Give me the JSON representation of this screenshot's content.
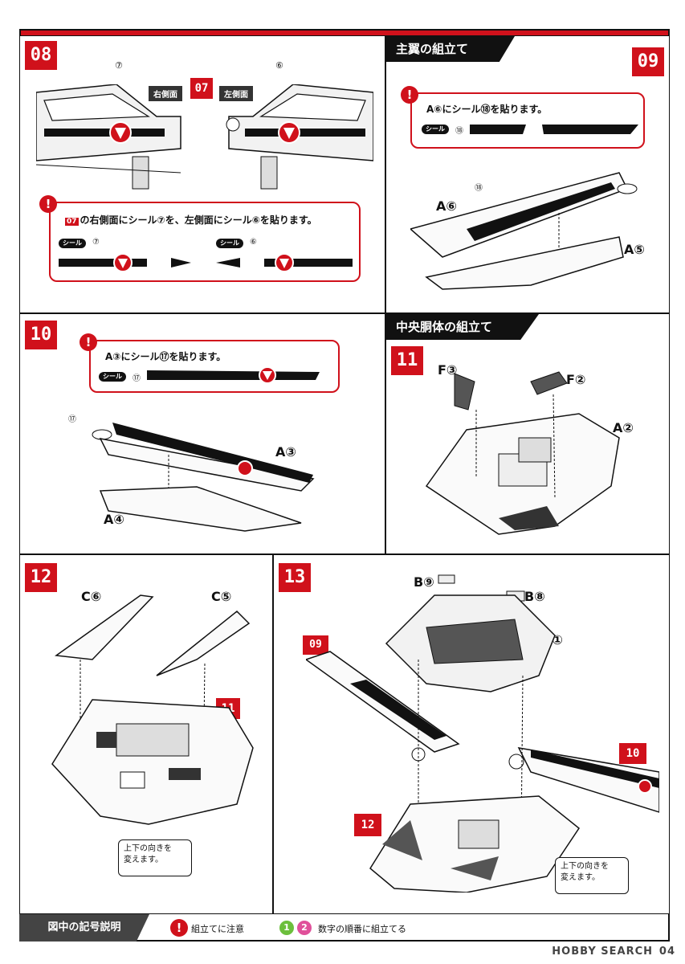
{
  "page_number": "04",
  "watermark": "HOBBY SEARCH",
  "sections": {
    "wing_assembly": "主翼の組立て",
    "center_body_assembly": "中央胴体の組立て"
  },
  "steps": {
    "s08": {
      "number": "08",
      "ref_step": "07",
      "right_side_tag": "右側面",
      "left_side_tag": "左側面",
      "callout_left": "⑦",
      "callout_right": "⑥",
      "note_ref": "07",
      "note": "の右側面にシール⑦を、左側面にシール⑥を貼ります。",
      "seal_label": "シール",
      "seal_a": "⑦",
      "seal_b": "⑥"
    },
    "s09": {
      "number": "09",
      "note": "A⑥にシール⑱を貼ります。",
      "seal_label": "シール",
      "seal_num": "⑱",
      "callout": "⑱",
      "part_a": "A⑥",
      "part_b": "A⑤"
    },
    "s10": {
      "number": "10",
      "note": "A③にシール⑰を貼ります。",
      "seal_label": "シール",
      "seal_num": "⑰",
      "callout": "⑰",
      "part_a": "A③",
      "part_b": "A④"
    },
    "s11": {
      "number": "11",
      "part_f3": "F③",
      "part_f2": "F②",
      "part_a2": "A②"
    },
    "s12": {
      "number": "12",
      "part_c6": "C⑥",
      "part_c5": "C⑤",
      "ref_step": "11",
      "flip_note_1": "上下の向きを",
      "flip_note_2": "変えます。"
    },
    "s13": {
      "number": "13",
      "part_b9": "B⑨",
      "part_b8": "B⑧",
      "part_a1": "A①",
      "ref_09": "09",
      "ref_10": "10",
      "ref_12": "12",
      "flip_note_1": "上下の向きを",
      "flip_note_2": "変えます。"
    }
  },
  "legend": {
    "title": "図中の記号説明",
    "caution_icon": "!",
    "caution_text": "組立てに注意",
    "order_1": "1",
    "order_2": "2",
    "order_text": "数字の順番に組立てる"
  },
  "colors": {
    "accent_red": "#d0111b",
    "order_green": "#6cbf3c",
    "order_pink": "#e0509a"
  }
}
